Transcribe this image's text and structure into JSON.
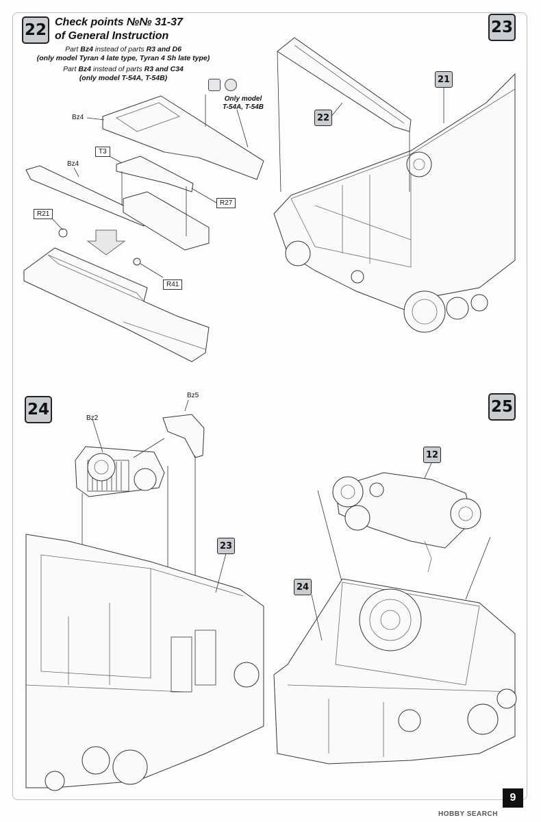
{
  "page_number": "9",
  "watermark": "HOBBY SEARCH",
  "step22": {
    "number": "22",
    "title_line1": "Check points №№ 31-37",
    "title_line2": "of General Instruction",
    "note1_prefix": "Part ",
    "note1_part": "Bz4",
    "note1_mid": " instead of parts ",
    "note1_parts": "R3 and D6",
    "note1_line2": "(only model Tyran 4 late type, Tyran 4 Sh late type)",
    "note2_prefix": "Part ",
    "note2_part": "Bz4",
    "note2_mid": " instead of parts ",
    "note2_parts": "R3 and C34",
    "note2_line2": "(only model T-54A, T-54B)",
    "only_model_line1": "Only model",
    "only_model_line2": "T-54A, T-54B",
    "labels": {
      "bz4_top": "Bz4",
      "bz4_mid": "Bz4",
      "t3": "T3",
      "r27": "R27",
      "r21": "R21",
      "r41": "R41"
    }
  },
  "step23": {
    "number": "23",
    "callout_22": "22",
    "callout_21": "21"
  },
  "step24": {
    "number": "24",
    "bz2": "Bz2",
    "bz5": "Bz5",
    "callout_23": "23"
  },
  "step25": {
    "number": "25",
    "callout_12": "12",
    "callout_24": "24"
  }
}
